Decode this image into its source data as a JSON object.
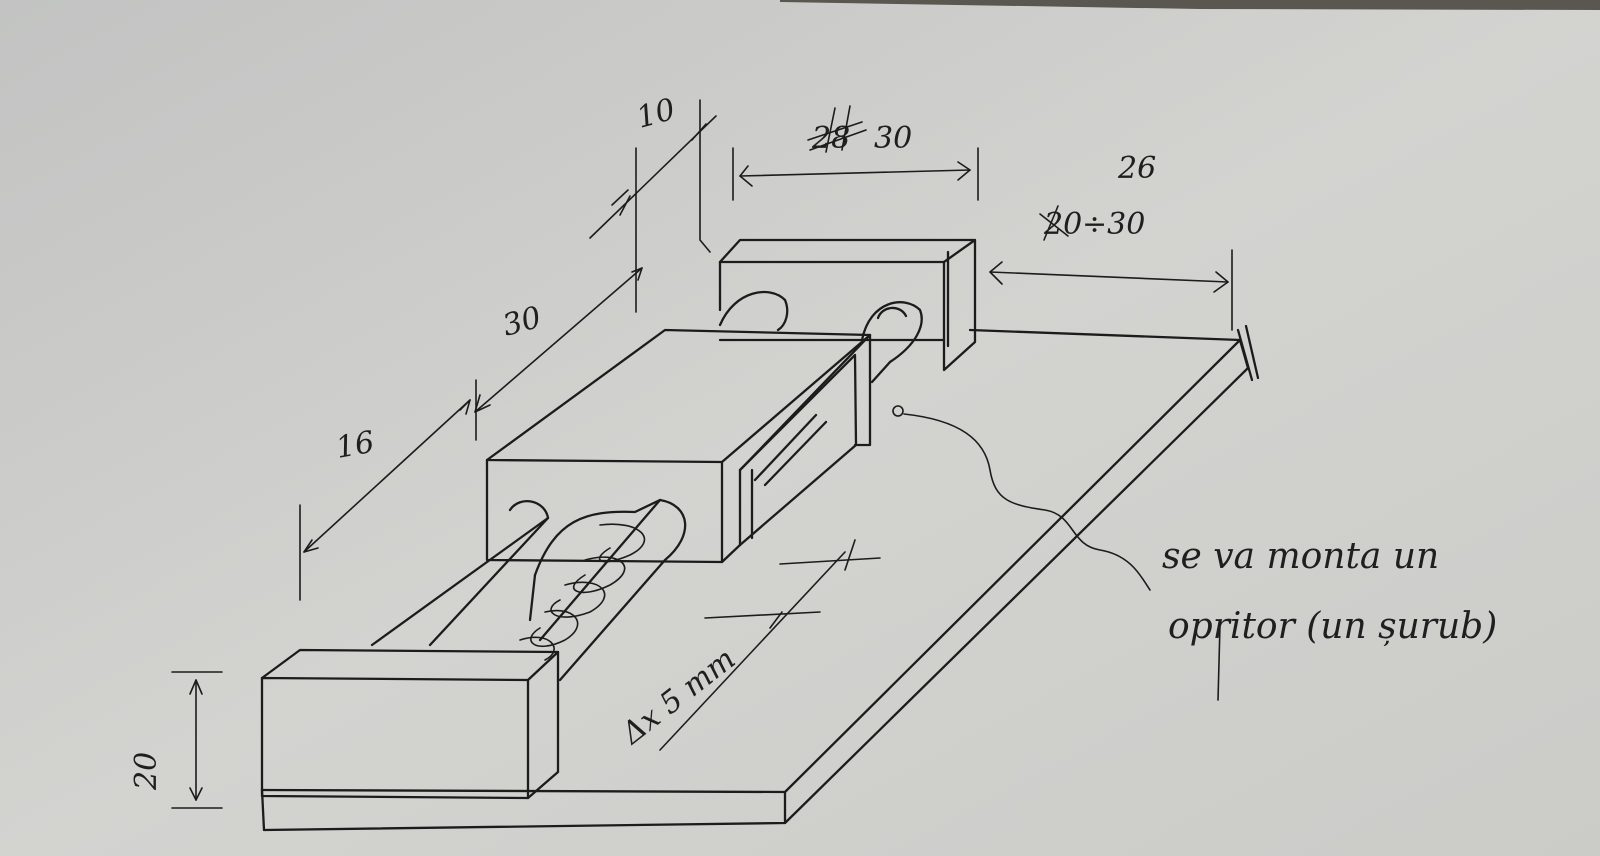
{
  "dimensions": {
    "width_left": "10",
    "width_mid_struck": "28",
    "width_mid": "30",
    "right_top": "26",
    "right_struck": "20",
    "right_range": "÷30",
    "length_upper": "30",
    "length_lower": "16",
    "height": "20",
    "delta": "Δx 5 mm"
  },
  "note": {
    "line1": "se va monta un",
    "line2": "opritor (un șurub)"
  }
}
